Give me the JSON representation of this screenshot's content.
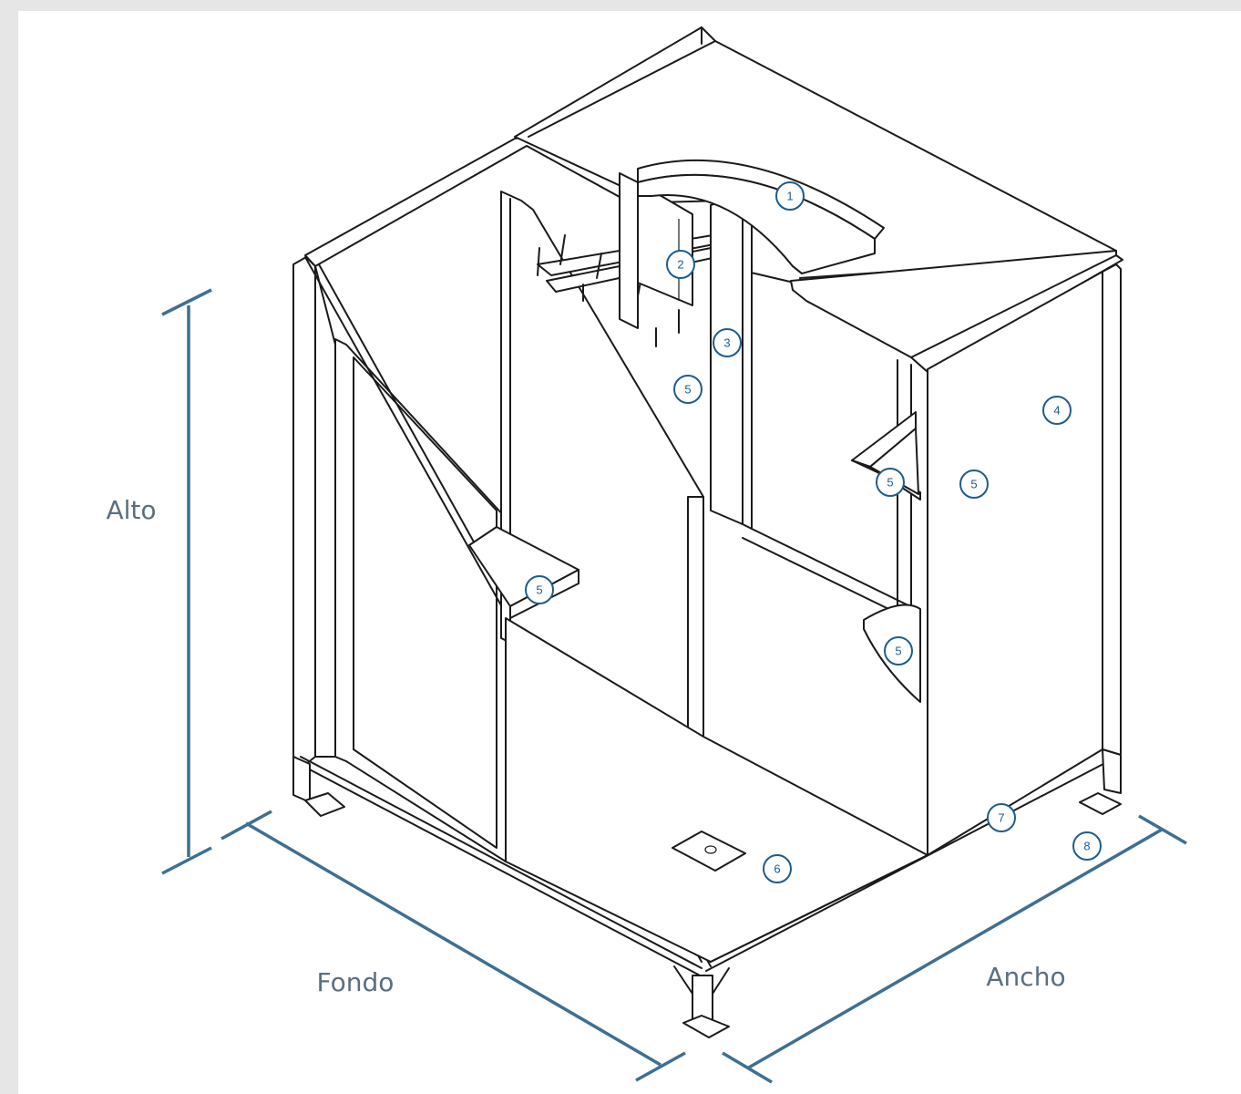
{
  "dimensions": {
    "height_label": "Alto",
    "depth_label": "Fondo",
    "width_label": "Ancho"
  },
  "callouts": [
    "1",
    "2",
    "3",
    "5",
    "4",
    "5",
    "5",
    "5",
    "5",
    "7",
    "8",
    "6"
  ],
  "colors": {
    "dimension_line": "#3f6f92",
    "callout": "#1d5c8e",
    "outline": "#1a1a1a"
  }
}
